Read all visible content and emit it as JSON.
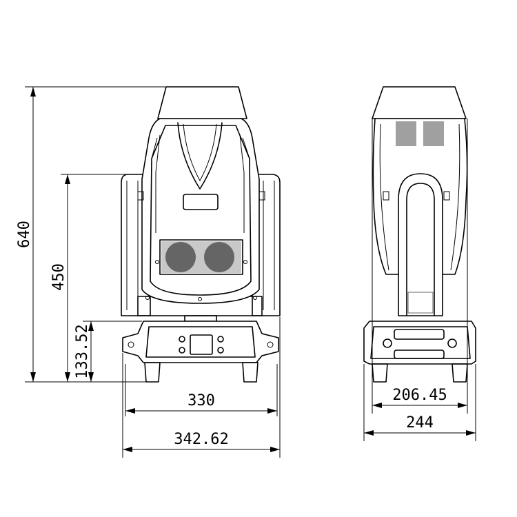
{
  "dimensions": {
    "overall_height": "640",
    "arm_height": "450",
    "base_height": "133.52",
    "front_base_width": "330",
    "front_overall_width": "342.62",
    "side_inner_width": "206.45",
    "side_overall_width": "244"
  },
  "colors": {
    "line": "#000000",
    "background": "#ffffff"
  }
}
